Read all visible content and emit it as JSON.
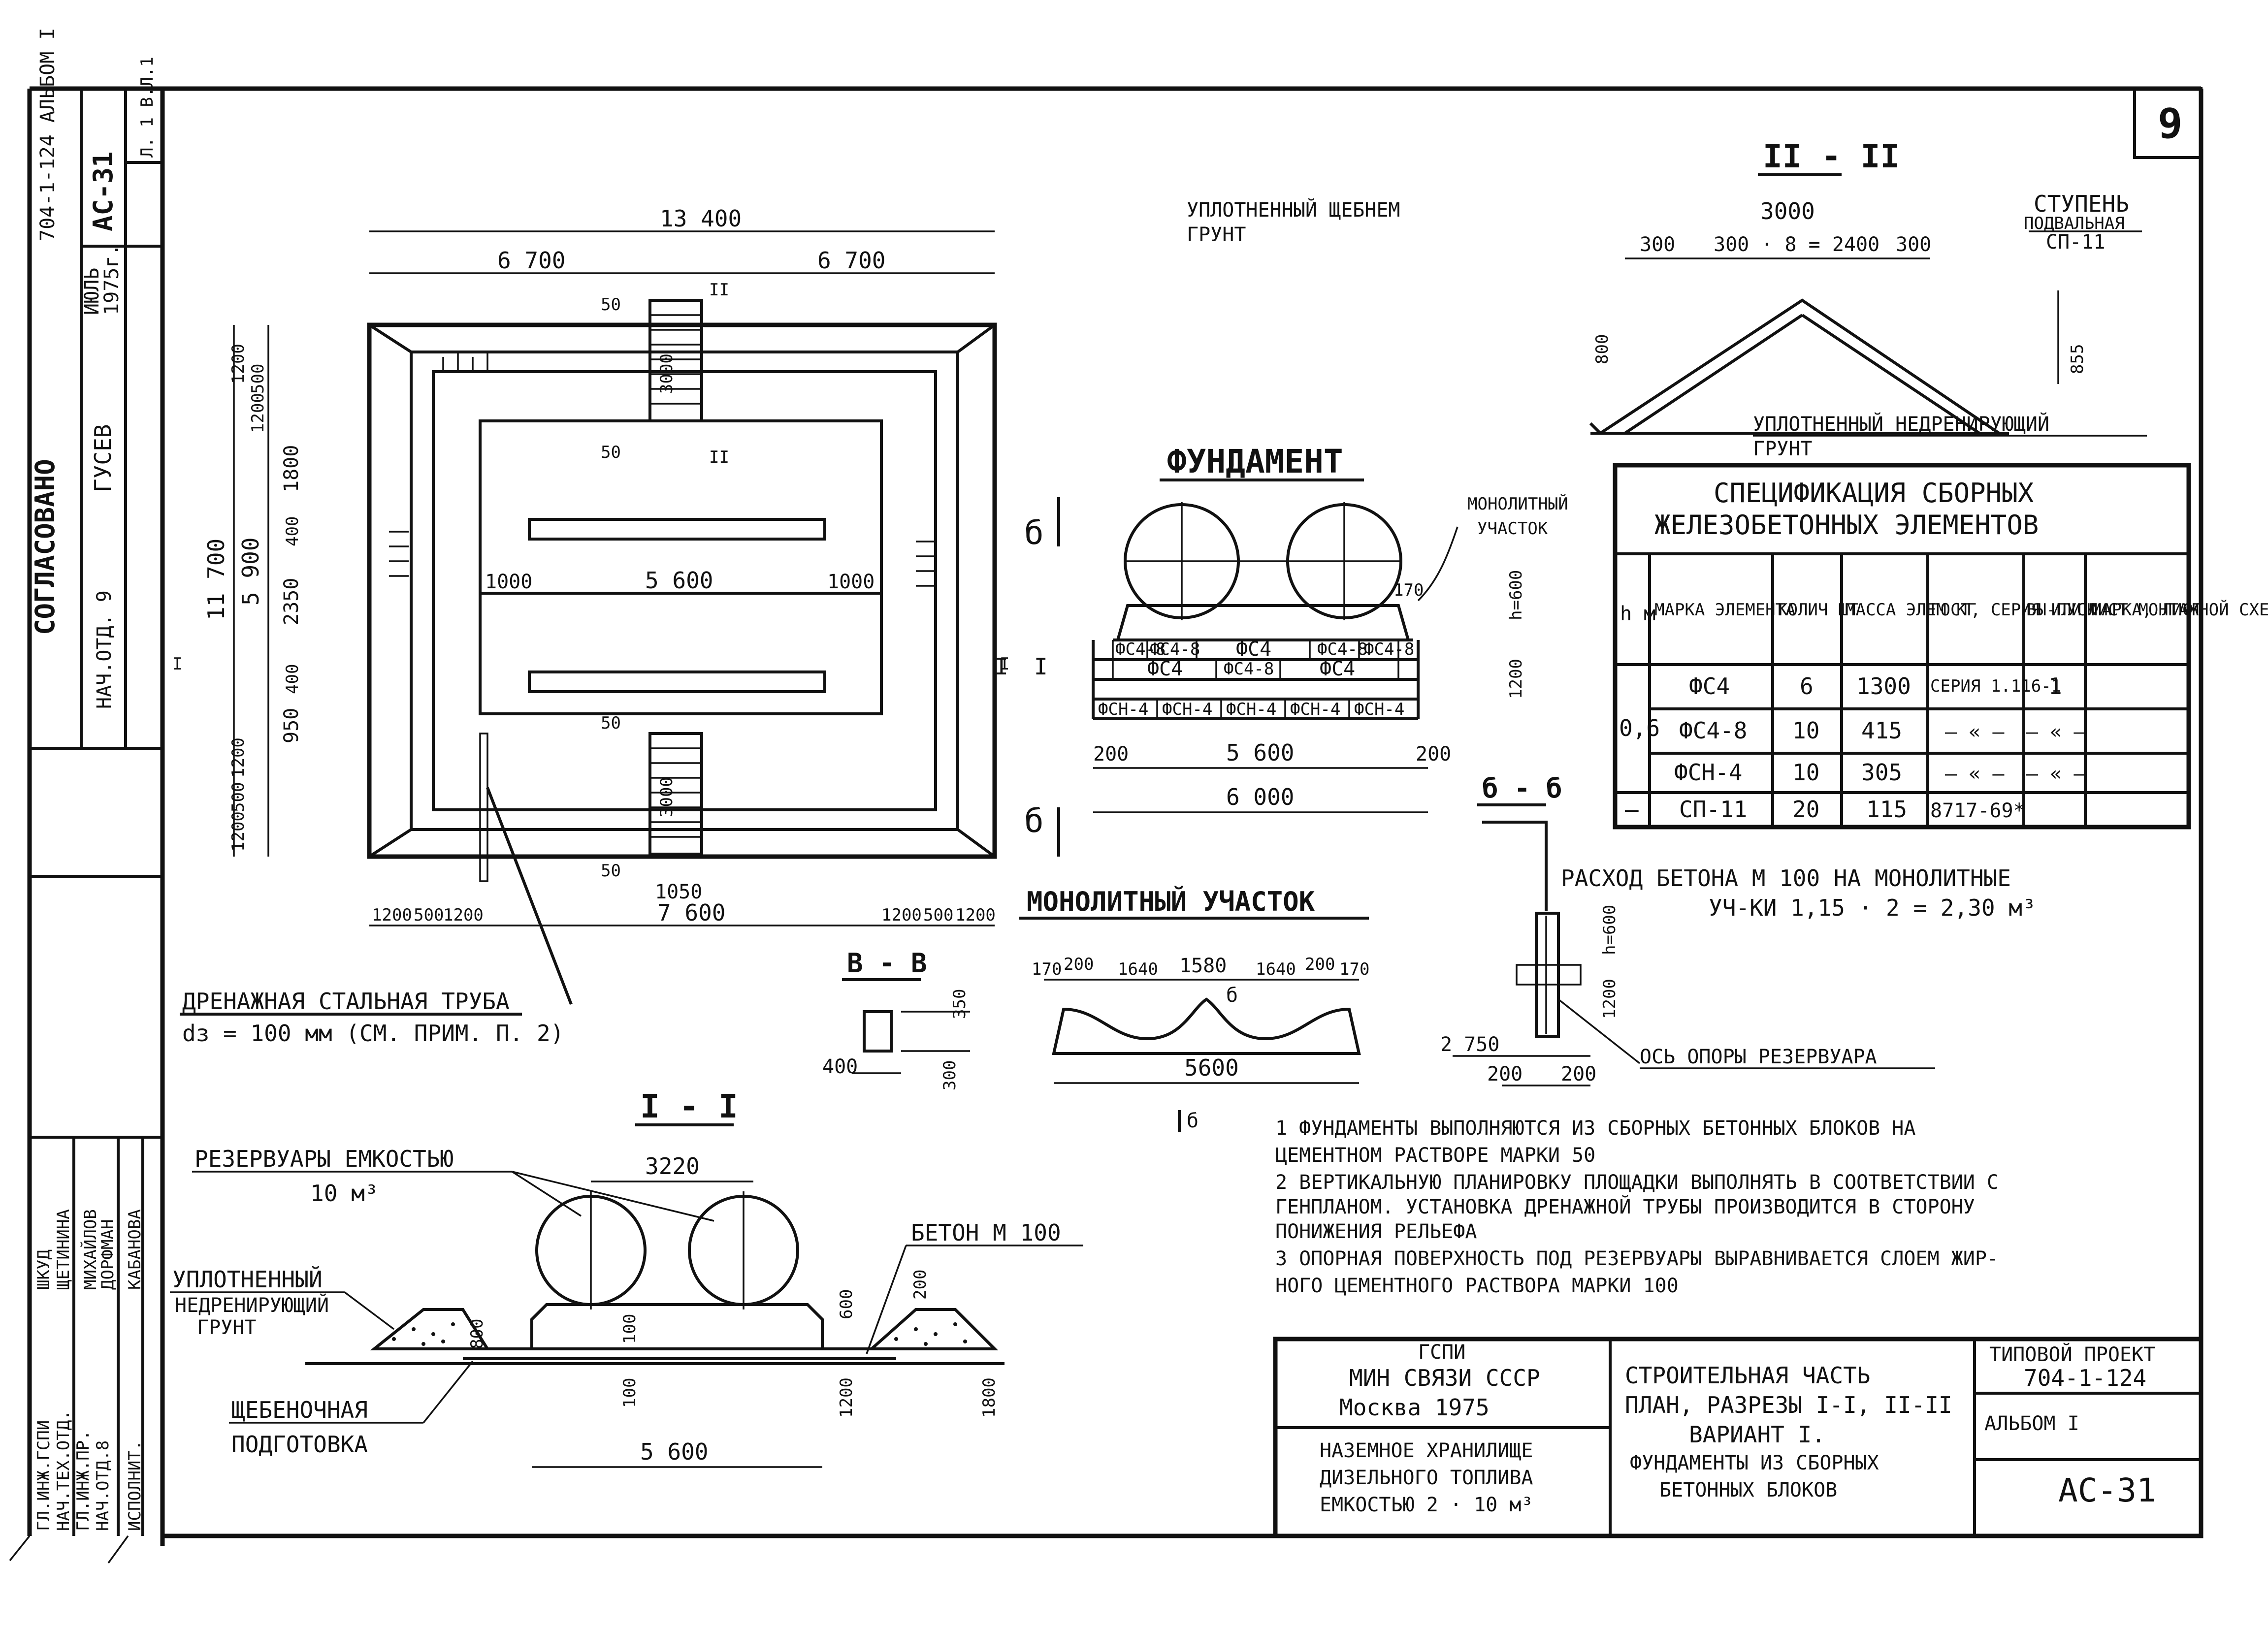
{
  "sheet": {
    "number": "9",
    "agreed": "СОГЛАСОВАНО",
    "agreed_dept": "НАЧ.ОТД. 9",
    "agreed_name": "ГУСЕВ",
    "project_code": "704-1-124 АЛЬБОМ I",
    "sheet_code": "АС-31",
    "month": "ИЮЛЬ",
    "year": "1975г.",
    "page_info": "Л. 1 В.Л.1"
  },
  "signatures": {
    "roles": [
      "ГЛ.ИНЖ.ГСПИ",
      "НАЧ.ТЕХ.ОТД.",
      "ГЛ.ИНЖ.ПР.",
      "НАЧ.ОТД.8",
      "ИСПОЛНИТ."
    ],
    "names": [
      "ШКУД",
      "ЩЕТИНИНА",
      "МИХАЙЛОВ",
      "ДОРФМАН",
      "КАБАНОВА"
    ]
  },
  "plan": {
    "dims_top": [
      "13 400",
      "6 700",
      "6 700"
    ],
    "dims_bottom": [
      "1200",
      "500",
      "1200",
      "7 600",
      "1200",
      "500",
      "1200"
    ],
    "dims_left": [
      "11 700",
      "5 900",
      "1800",
      "2350",
      "950",
      "1200",
      "500",
      "1200",
      "1200",
      "500",
      "1200",
      "400",
      "400"
    ],
    "dims_middle": [
      "1000",
      "5 600",
      "1000"
    ],
    "stair_dims": [
      "3000",
      "3000",
      "50",
      "50",
      "50",
      "50",
      "1050"
    ],
    "section_marks": [
      "I",
      "I",
      "II",
      "II"
    ],
    "pipe_label_1": "ДРЕНАЖНАЯ СТАЛЬНАЯ ТРУБА",
    "pipe_label_2": "dз = 100 мм (СМ. ПРИМ. П. 2)"
  },
  "labels": {
    "gravel_soil_1": "УПЛОТНЕННЫЙ ЩЕБНЕМ",
    "gravel_soil_2": "ГРУНТ"
  },
  "section_2": {
    "title": "II - II",
    "dims": [
      "3000",
      "300",
      "300 · 8 = 2400",
      "300",
      "800",
      "855"
    ],
    "step_label_1": "СТУПЕНЬ",
    "step_label_2": "ПОДВАЛЬНАЯ",
    "step_label_3": "СП-11",
    "soil_1": "УПЛОТНЕННЫЙ НЕДРЕНИРУЮЩИЙ",
    "soil_2": "ГРУНТ"
  },
  "foundation": {
    "title": "ФУНДАМЕНТ",
    "monolith_1": "МОНОЛИТНЫЙ",
    "monolith_2": "УЧАСТОК",
    "blocks_top": [
      "ФС4-8",
      "ФС4-8",
      "ФС4",
      "ФС4-8",
      "ФС4-8"
    ],
    "blocks_mid": [
      "ФС4",
      "ФС4-8",
      "ФС4"
    ],
    "blocks_low": [
      "ФСН-4",
      "ФСН-4",
      "ФСН-4",
      "ФСН-4",
      "ФСН-4"
    ],
    "dims": [
      "200",
      "5 600",
      "200",
      "6 000",
      "170",
      "1200",
      "h=600"
    ],
    "marks": [
      "б",
      "б",
      "I",
      "I"
    ]
  },
  "monolith_section": {
    "title": "МОНОЛИТНЫЙ УЧАСТОК",
    "dims": [
      "170",
      "200",
      "1640",
      "1580",
      "1640",
      "200",
      "170",
      "5600"
    ],
    "marks": [
      "б",
      "б"
    ]
  },
  "section_v": {
    "title": "В - В",
    "dims": [
      "350",
      "400",
      "300"
    ]
  },
  "section_b": {
    "title": "б - б",
    "dims": [
      "h=600",
      "1200",
      "2 750",
      "200",
      "200"
    ],
    "axis_label": "ОСЬ ОПОРЫ РЕЗЕРВУАРА"
  },
  "concrete": {
    "line1": "РАСХОД БЕТОНА М 100 НА МОНОЛИТНЫЕ",
    "line2": "УЧ-КИ 1,15 · 2 = 2,30 м³"
  },
  "spec": {
    "title_1": "СПЕЦИФИКАЦИЯ СБОРНЫХ",
    "title_2": "ЖЕЛЕЗОБЕТОННЫХ ЭЛЕМЕНТОВ",
    "headers": [
      "h м",
      "МАРКА ЭЛЕМЕНТА",
      "КОЛИЧ ШТ",
      "МАССА ЭЛЕМ КГ",
      "ГОСТ, СЕРИЯ ИЛИ МАРКА, ЛИСТ",
      "ВЫ-ПУСК",
      "ЛИСТ МОНТАЖНОЙ СХЕМЫ"
    ],
    "rows": [
      [
        "0,6",
        "ФС4",
        "6",
        "1300",
        "СЕРИЯ 1.116-1",
        "1",
        ""
      ],
      [
        "",
        "ФС4-8",
        "10",
        "415",
        "— « —",
        "— « —",
        ""
      ],
      [
        "",
        "ФСН-4",
        "10",
        "305",
        "— « —",
        "— « —",
        ""
      ],
      [
        "—",
        "СП-11",
        "20",
        "115",
        "8717-69*",
        "",
        ""
      ]
    ]
  },
  "section_1": {
    "title": "I - I",
    "tanks_label_1": "РЕЗЕРВУАРЫ ЕМКОСТЬЮ",
    "tanks_label_2": "10 м³",
    "dim_tanks": "3220",
    "concrete_label": "БЕТОН М 100",
    "soil_1": "УПЛОТНЕННЫЙ",
    "soil_2": "НЕДРЕНИРУЮЩИЙ",
    "soil_3": "ГРУНТ",
    "gravel_1": "ЩЕБЕНОЧНАЯ",
    "gravel_2": "ПОДГОТОВКА",
    "dims": [
      "800",
      "100",
      "100",
      "600",
      "200",
      "1200",
      "1800",
      "5 600"
    ]
  },
  "notes": [
    "1 ФУНДАМЕНТЫ ВЫПОЛНЯЮТСЯ ИЗ СБОРНЫХ БЕТОННЫХ БЛОКОВ НА",
    "  ЦЕМЕНТНОМ РАСТВОРЕ МАРКИ 50",
    "2 ВЕРТИКАЛЬНУЮ ПЛАНИРОВКУ ПЛОЩАДКИ ВЫПОЛНЯТЬ В СООТВЕТСТВИИ С",
    "  ГЕНПЛАНОМ. УСТАНОВКА ДРЕНАЖНОЙ ТРУБЫ ПРОИЗВОДИТСЯ В СТОРОНУ",
    "  ПОНИЖЕНИЯ РЕЛЬЕФА",
    "3 ОПОРНАЯ ПОВЕРХНОСТЬ ПОД РЕЗЕРВУАРЫ ВЫРАВНИВАЕТСЯ СЛОЕМ ЖИР-",
    "  НОГО ЦЕМЕНТНОГО РАСТВОРА МАРКИ 100"
  ],
  "title_block": {
    "org_1": "ГСПИ",
    "org_2": "МИН СВЯЗИ СССР",
    "org_3": "Москва 1975",
    "obj_1": "НАЗЕМНОЕ ХРАНИЛИЩЕ",
    "obj_2": "ДИЗЕЛЬНОГО ТОПЛИВА",
    "obj_3": "ЕМКОСТЬЮ 2 · 10 м³",
    "part_1": "СТРОИТЕЛЬНАЯ ЧАСТЬ",
    "part_2": "ПЛАН, РАЗРЕЗЫ I-I, II-II",
    "part_3": "ВАРИАНТ I.",
    "part_4": "ФУНДАМЕНТЫ ИЗ СБОРНЫХ",
    "part_5": "БЕТОННЫХ БЛОКОВ",
    "proj_1": "ТИПОВОЙ ПРОЕКТ",
    "proj_2": "704-1-124",
    "album": "АЛЬБОМ I",
    "code": "АС-31"
  }
}
